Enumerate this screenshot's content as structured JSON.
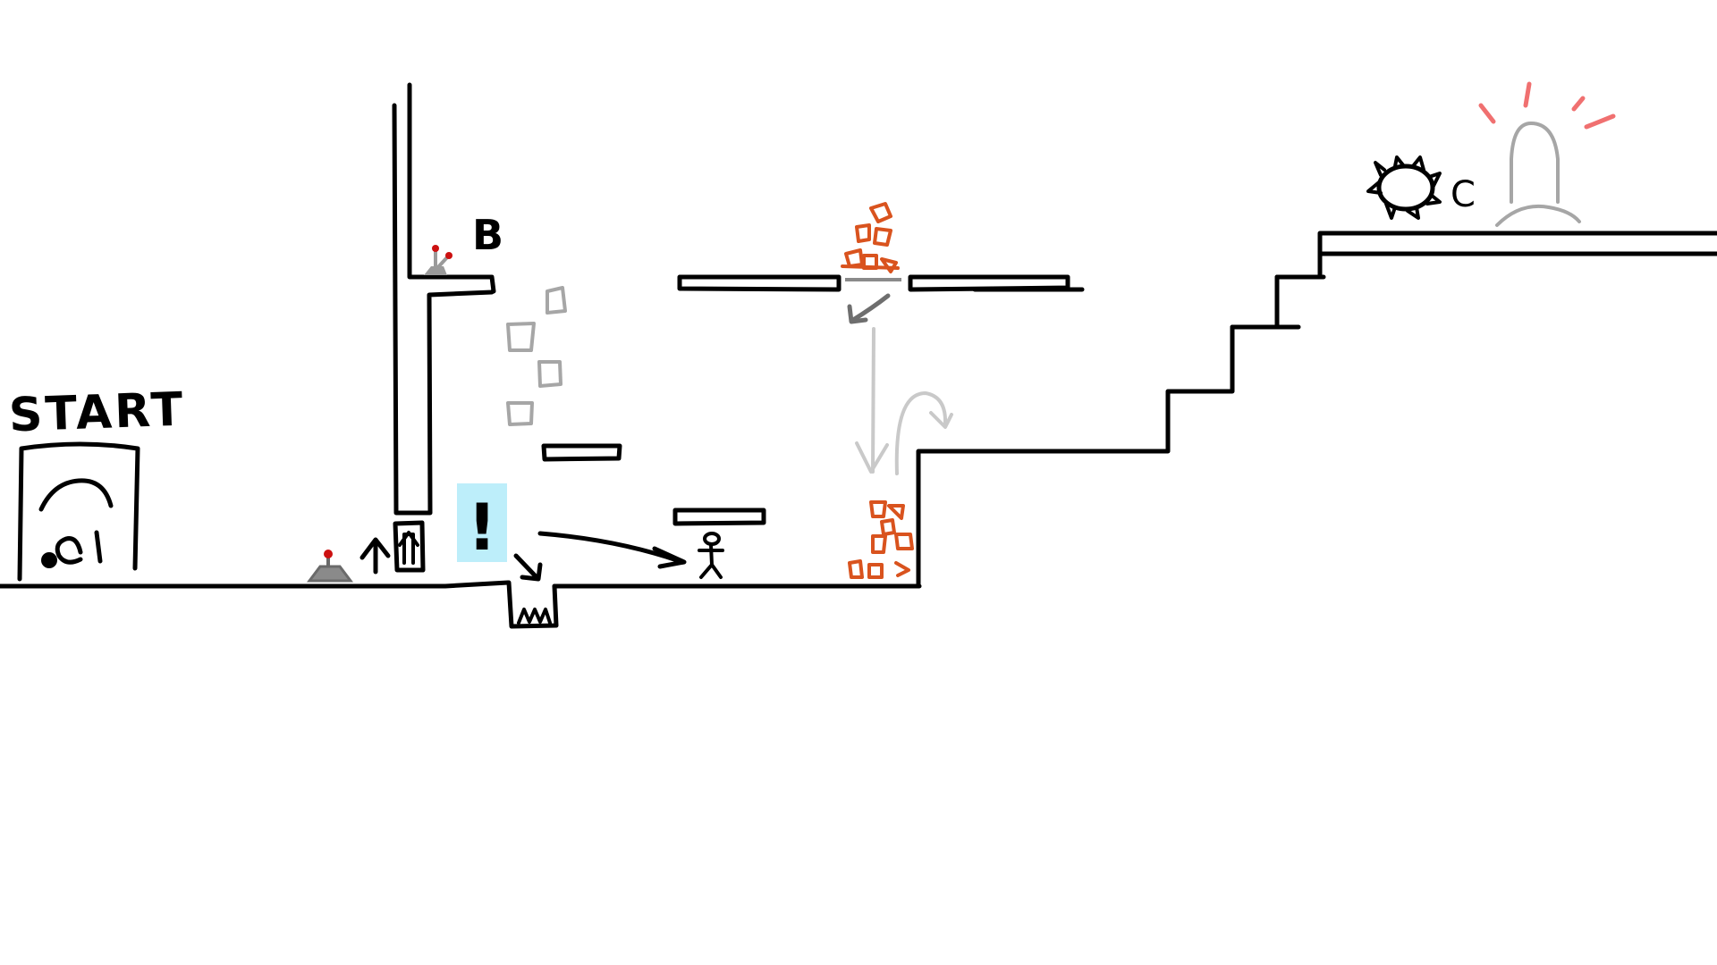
{
  "labels": {
    "start": "START",
    "marker_b": "B",
    "marker_c": "C",
    "alert": "!"
  },
  "colors": {
    "ink": "#000000",
    "ghost": "#a6a6a6",
    "brick": "#d9531e",
    "alarm_ray": "#f07070",
    "alert_highlight": "#bdeefa",
    "button_light": "#cc1111"
  },
  "icons": {
    "start_door": "door-icon",
    "floor_button": "pressure-button-icon",
    "lever": "lever-icon",
    "player": "stick-figure-icon",
    "spike_pit": "spike-pit-icon",
    "enemy": "spiky-creature-icon",
    "alarm": "alarm-bell-icon"
  }
}
